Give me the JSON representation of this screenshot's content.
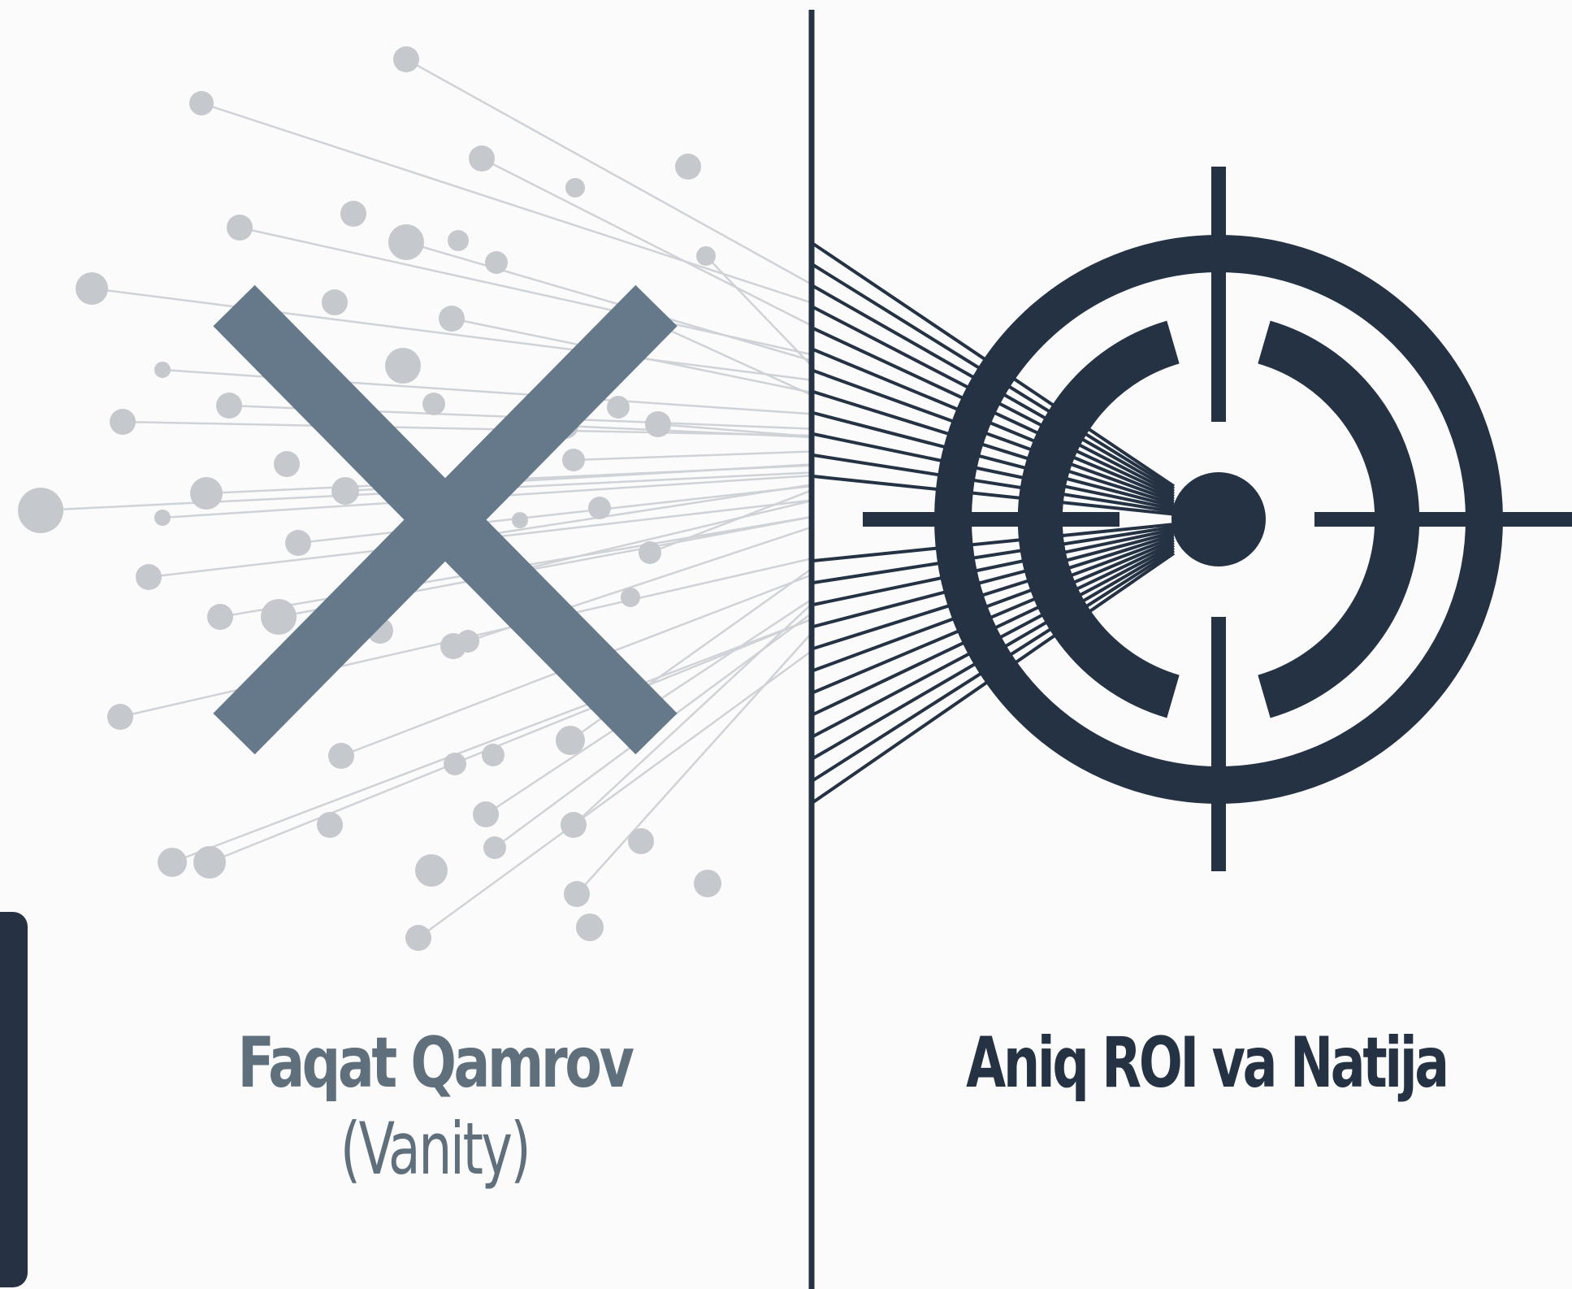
{
  "left": {
    "title": "Faqat Qamrov",
    "subtitle": "(Vanity)",
    "cross_icon": "x-mark-icon"
  },
  "right": {
    "title": "Aniq ROI va Natija",
    "target_icon": "crosshair-target-icon"
  },
  "colors": {
    "background": "#fbfbfb",
    "dark_navy": "#243244",
    "slate_gray": "#5f6f7c",
    "dot_gray": "#c5c9ce",
    "line_gray": "#cfd3d7"
  }
}
